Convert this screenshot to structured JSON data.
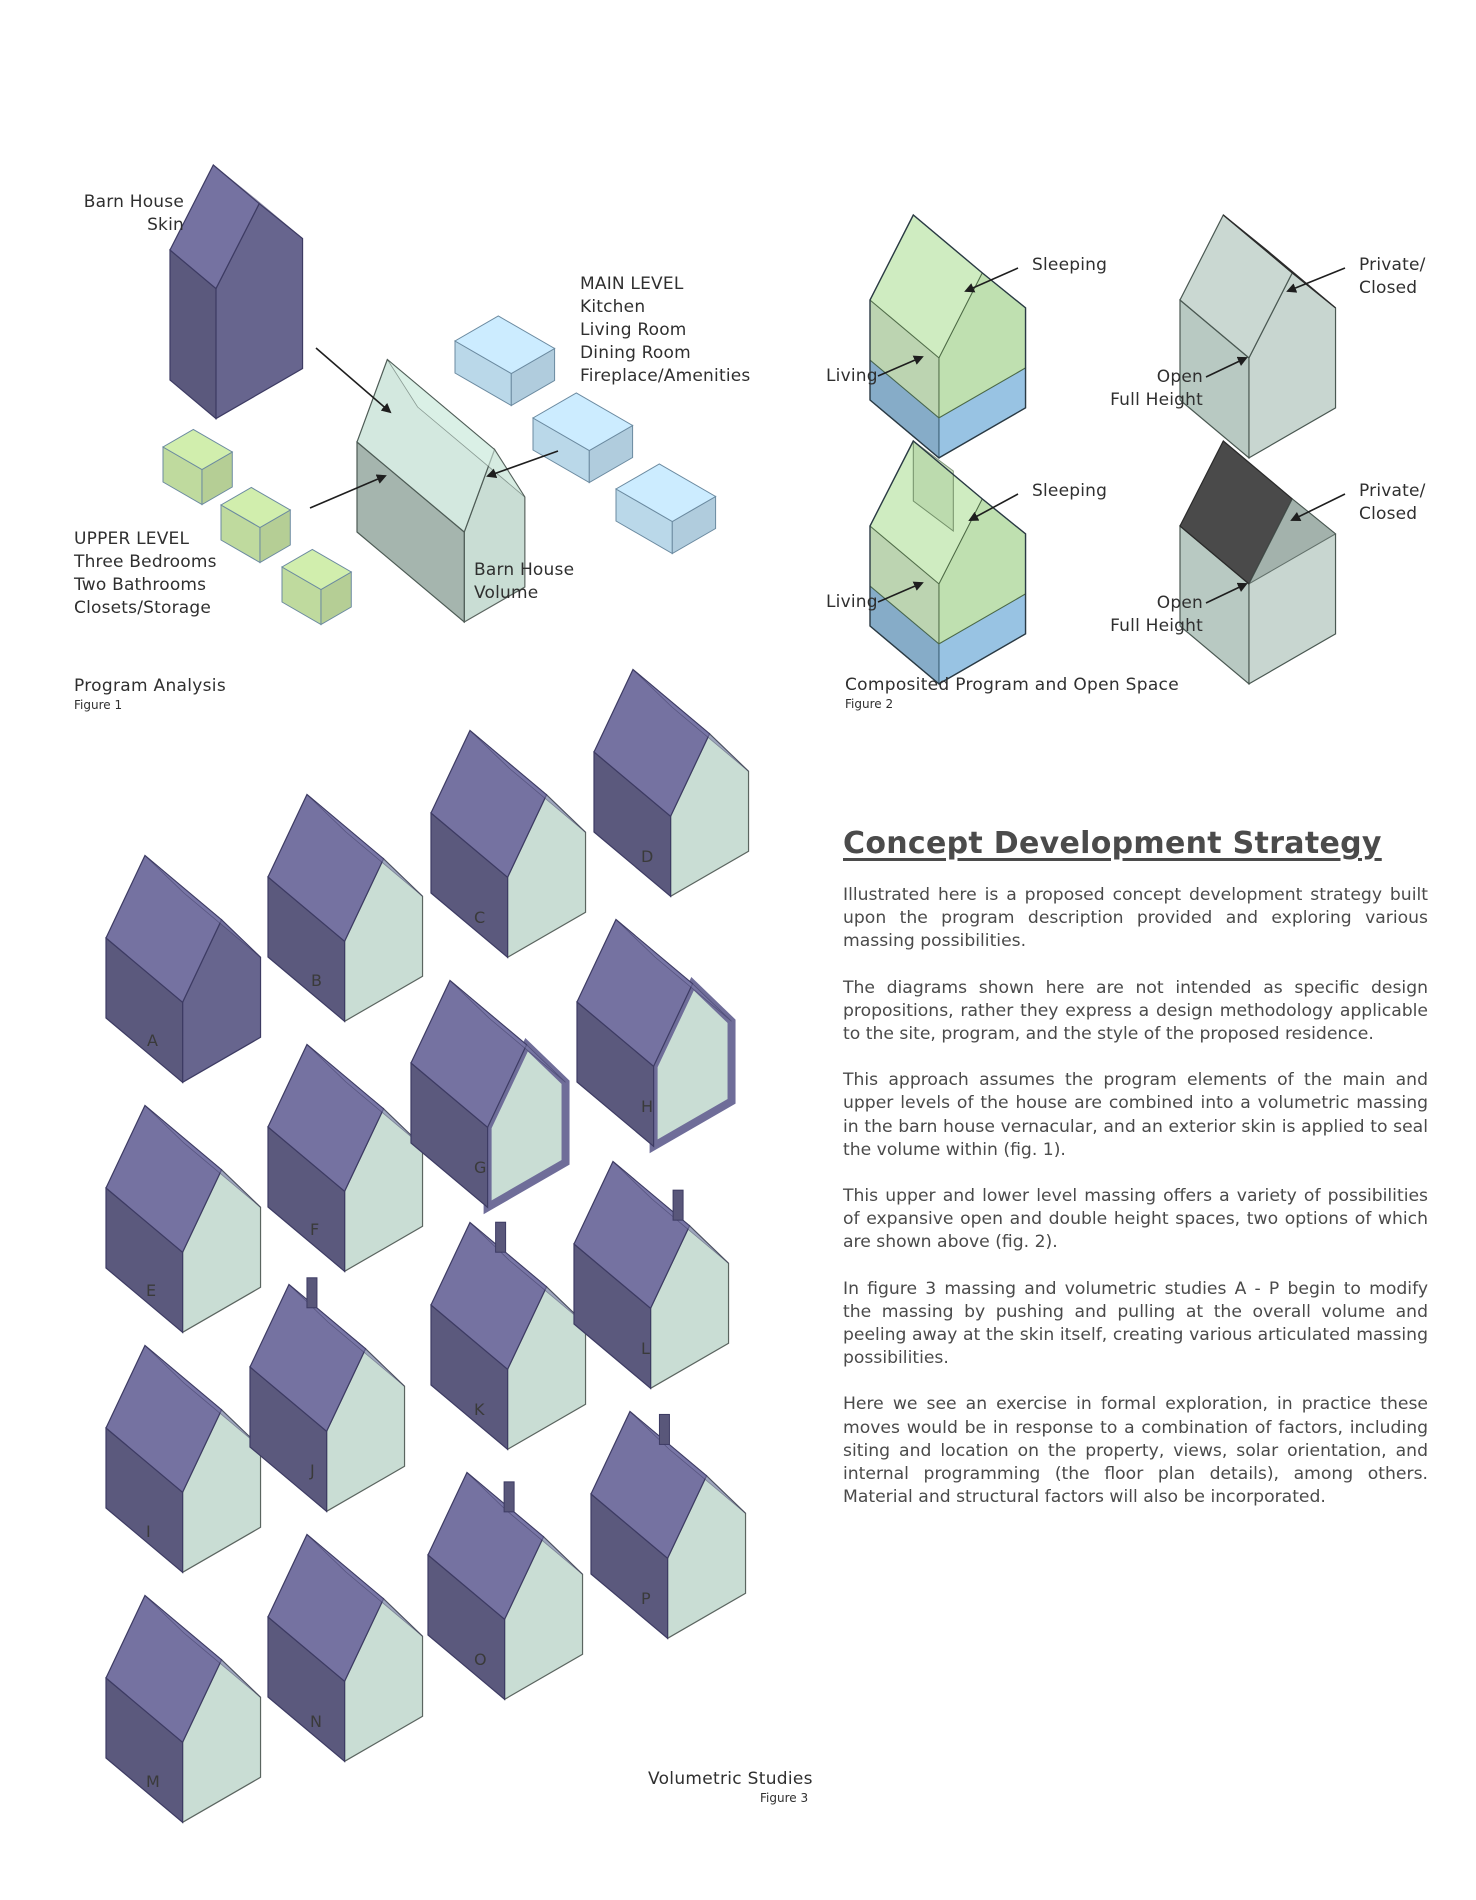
{
  "colors": {
    "skin": "#6f6d99",
    "upper": "#c9e5a6",
    "main": "#c4e3f5",
    "glass": "#c9ddd4",
    "sleeping": "#bfe0b0",
    "living": "#98c3e3"
  },
  "figure1": {
    "skin_label": [
      "Barn House",
      "Skin"
    ],
    "main_level": [
      "MAIN LEVEL",
      "Kitchen",
      "Living Room",
      "Dining Room",
      "Fireplace/Amenities"
    ],
    "upper_level": [
      "UPPER LEVEL",
      "Three Bedrooms",
      "Two Bathrooms",
      "Closets/Storage"
    ],
    "volume_label": [
      "Barn House",
      "Volume"
    ],
    "caption": "Program Analysis",
    "figure": "Figure 1"
  },
  "figure2": {
    "sleeping": "Sleeping",
    "living": "Living",
    "private": [
      "Private/",
      "Closed"
    ],
    "open": [
      "Open",
      "Full Height"
    ],
    "caption": "Composited Program and Open Space",
    "figure": "Figure 2"
  },
  "figure3": {
    "studies": [
      "A",
      "B",
      "C",
      "D",
      "E",
      "F",
      "G",
      "H",
      "I",
      "J",
      "K",
      "L",
      "M",
      "N",
      "O",
      "P"
    ],
    "caption": "Volumetric Studies",
    "figure": "Figure 3"
  },
  "text": {
    "heading": "Concept Development Strategy",
    "paragraphs": [
      "Illustrated here is a proposed concept development strategy built upon the program description provided and exploring various massing possibilities.",
      "The diagrams shown here are not intended as specific design propositions, rather they express a design methodology applicable to the site, program, and the style of the proposed residence.",
      "This approach assumes the program elements of the main and upper levels of the house are combined into a volumetric massing in the barn house vernacular, and an exterior skin is applied to seal the volume within (fig. 1).",
      "This upper and lower level massing offers a variety of possibilities of expansive open and double height spaces, two options of which are shown above (fig. 2).",
      "In figure 3 massing and volumetric studies A - P begin to modify the massing by pushing and pulling at the overall volume and peeling away at the skin itself, creating various articulated massing possibilities.",
      "Here we see an exercise in formal exploration, in practice these moves would be in response to a combination of factors, including siting and location on the property, views, solar orientation, and internal programming (the floor plan details), among others.  Material and structural factors will also be incorporated."
    ]
  }
}
